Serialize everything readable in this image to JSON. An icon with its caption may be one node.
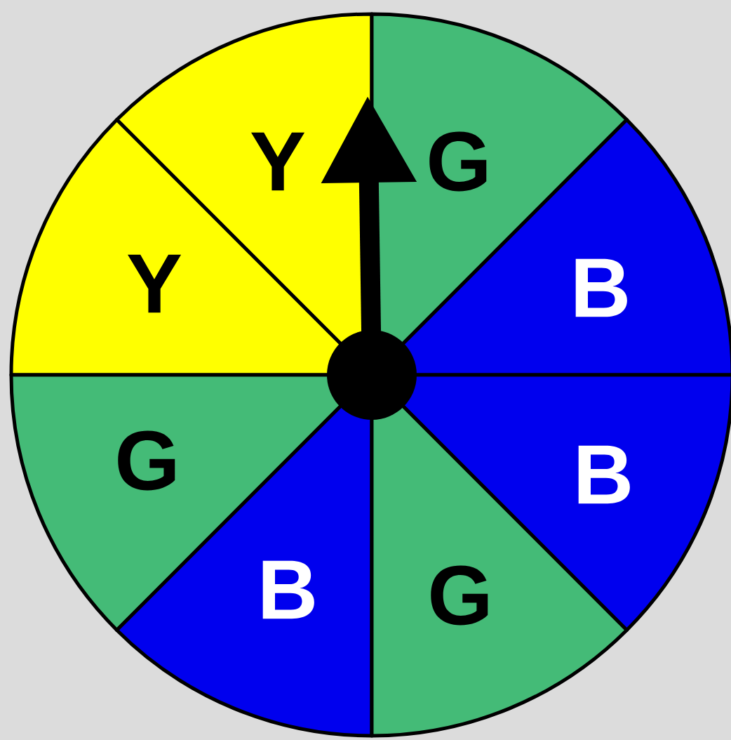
{
  "diagram": {
    "nodes": [
      {
        "text": [
          "Y"
        ]
      },
      {
        "text": [
          "G"
        ]
      },
      {
        "text": [
          "Y"
        ]
      },
      {
        "text": [
          "B"
        ]
      },
      {
        "text": [
          "G"
        ]
      },
      {
        "text": [
          "B"
        ]
      },
      {
        "text": [
          "B"
        ]
      },
      {
        "text": [
          "G"
        ]
      }
    ]
  }
}
